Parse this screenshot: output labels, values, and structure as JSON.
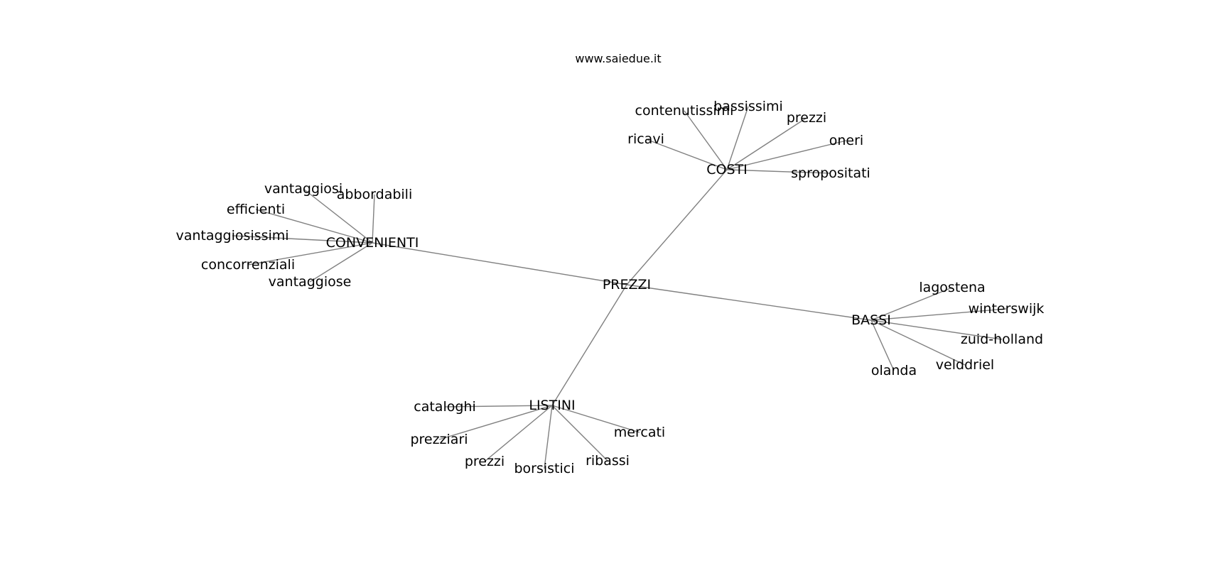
{
  "site": {
    "title": "www.saiedue.it"
  },
  "graph": {
    "edge_color": "#808080",
    "label_color": "#000000",
    "background": "#ffffff",
    "center": "PREZZI",
    "clusters": [
      {
        "hub": "COSTI",
        "leaves": [
          "contenutissimi",
          "bassissimi",
          "prezzi",
          "ricavi",
          "oneri",
          "spropositati"
        ]
      },
      {
        "hub": "CONVENIENTI",
        "leaves": [
          "vantaggiosi",
          "abbordabili",
          "efficienti",
          "vantaggiosissimi",
          "concorrenziali",
          "vantaggiose"
        ]
      },
      {
        "hub": "BASSI",
        "leaves": [
          "lagostena",
          "winterswijk",
          "zuid-holland",
          "velddriel",
          "olanda"
        ]
      },
      {
        "hub": "LISTINI",
        "leaves": [
          "cataloghi",
          "mercati",
          "prezziari",
          "prezzi",
          "borsistici",
          "ribassi"
        ]
      }
    ]
  }
}
